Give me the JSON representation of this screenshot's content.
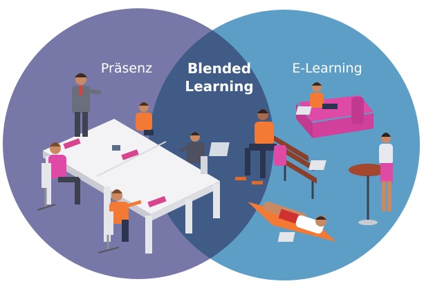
{
  "venn": {
    "left_label": "Präsenz",
    "right_label": "E-Learning",
    "center_label_line1": "Blended",
    "center_label_line2": "Learning"
  },
  "colors": {
    "left_circle": "#7778a8",
    "right_circle": "#5d9ec6",
    "overlap": "#3f5b86",
    "table": "#f2f2f4",
    "accent_orange": "#f27a34",
    "accent_pink": "#e04aa7"
  },
  "illustrations": {
    "left": [
      "presenter-figure",
      "meeting-table",
      "seated-participants"
    ],
    "right": [
      "person-on-sofa-with-laptop",
      "person-on-bench-with-laptop",
      "person-at-cafe-table-with-laptop",
      "person-lying-on-towel-with-laptop"
    ]
  }
}
